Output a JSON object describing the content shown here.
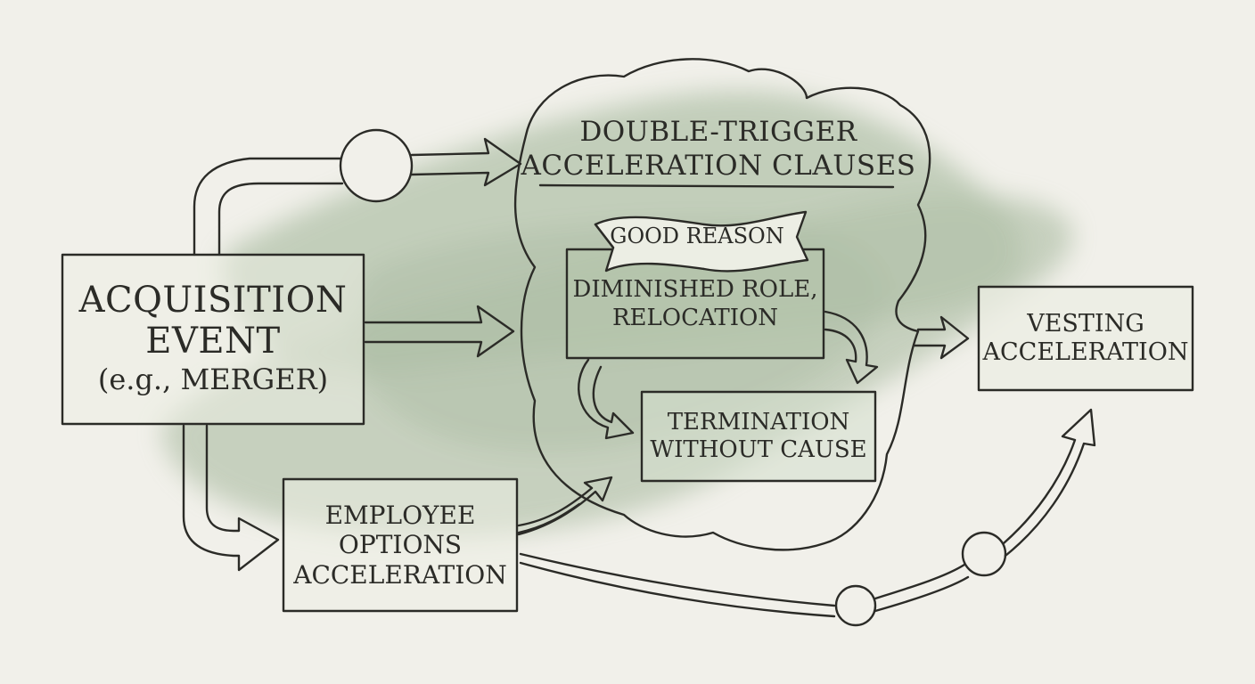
{
  "diagram": {
    "cloud_title": {
      "line1": "DOUBLE-TRIGGER",
      "line2": "ACCELERATION CLAUSES"
    },
    "banner": {
      "text": "GOOD REASON"
    },
    "nodes": {
      "acquisition": {
        "line1": "ACQUISITION",
        "line2": "EVENT",
        "line3": "(e.g., MERGER)"
      },
      "employee_options": {
        "line1": "EMPLOYEE",
        "line2": "OPTIONS",
        "line3": "ACCELERATION"
      },
      "diminished_role": {
        "line1": "DIMINISHED ROLE,",
        "line2": "RELOCATION"
      },
      "termination": {
        "line1": "TERMINATION",
        "line2": "WITHOUT CAUSE"
      },
      "vesting": {
        "line1": "VESTING",
        "line2": "ACCELERATION"
      }
    },
    "colors": {
      "background": "#f1f0ea",
      "wash": "#8ea784",
      "ink": "#2b2b27",
      "box_fill": "#eceee4"
    }
  }
}
